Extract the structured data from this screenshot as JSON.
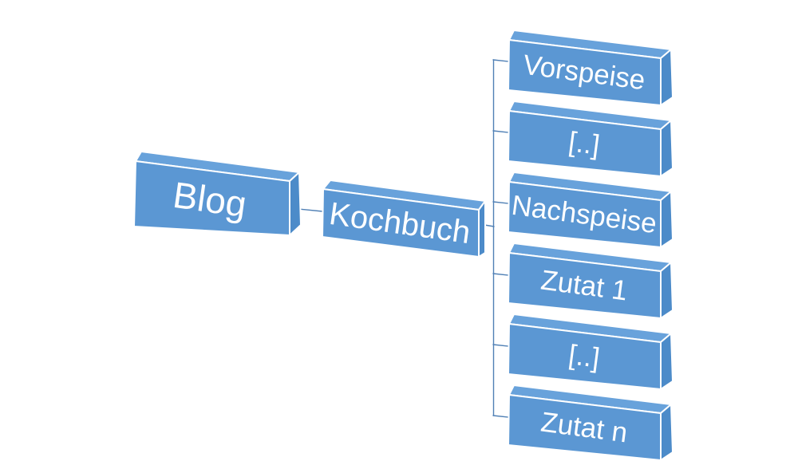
{
  "diagram": {
    "nodes": {
      "root": {
        "label": "Blog"
      },
      "child": {
        "label": "Kochbuch"
      },
      "grandchildren": [
        {
          "label": "Vorspeise"
        },
        {
          "label": "[..]"
        },
        {
          "label": "Nachspeise"
        },
        {
          "label": "Zutat 1"
        },
        {
          "label": "[..]"
        },
        {
          "label": "Zutat n"
        }
      ]
    },
    "colors": {
      "box_front": "#5B97D3",
      "box_top": "#68A2DB",
      "box_side": "#4C8BC9",
      "box_edge": "#FFFFFF",
      "connector": "#5080B5",
      "label_text": "#FFFFFF",
      "background": "#FFFFFF"
    }
  }
}
